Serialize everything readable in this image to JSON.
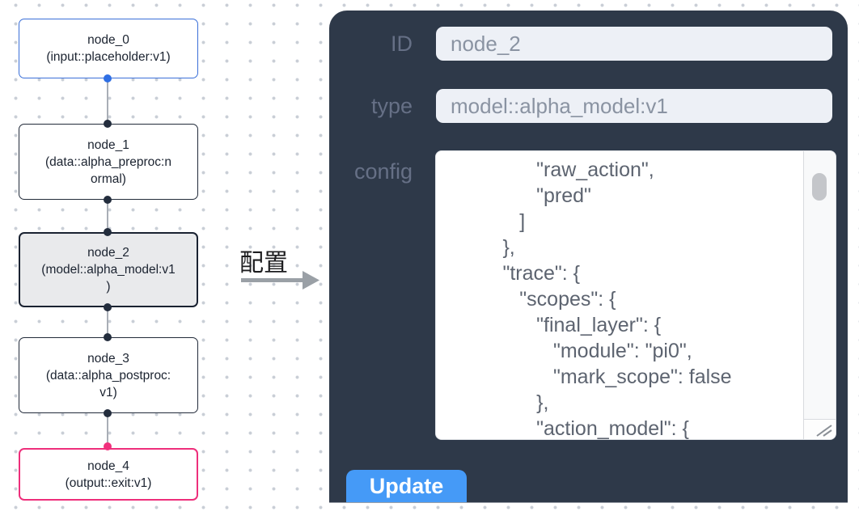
{
  "canvas": {
    "nodes": [
      {
        "id": "node_0",
        "lines": [
          "node_0",
          "(input::placeholder:v1)"
        ]
      },
      {
        "id": "node_1",
        "lines": [
          "node_1",
          "(data::alpha_preproc:n",
          "ormal)"
        ]
      },
      {
        "id": "node_2",
        "lines": [
          "node_2",
          "(model::alpha_model:v1",
          ")"
        ]
      },
      {
        "id": "node_3",
        "lines": [
          "node_3",
          "(data::alpha_postproc:",
          "v1)"
        ]
      },
      {
        "id": "node_4",
        "lines": [
          "node_4",
          "(output::exit:v1)"
        ]
      }
    ]
  },
  "transition": {
    "label": "配置"
  },
  "panel": {
    "id_field": {
      "label": "ID",
      "value": "node_2"
    },
    "type_field": {
      "label": "type",
      "value": "model::alpha_model:v1"
    },
    "config_field": {
      "label": "config",
      "lines": [
        "                \"raw_action\",",
        "                \"pred\"",
        "             ]",
        "          },",
        "          \"trace\": {",
        "             \"scopes\": {",
        "                \"final_layer\": {",
        "                   \"module\": \"pi0\",",
        "                   \"mark_scope\": false",
        "                },",
        "                \"action_model\": {"
      ]
    },
    "update_button": "Update"
  },
  "colors": {
    "panel_bg": "#2e3949",
    "button_blue": "#459af7",
    "node_input_border": "#3a6fd8",
    "node_output_border": "#ee2f7b",
    "node_default_border": "#222b3a",
    "selected_node_bg": "#e9eaec",
    "port_blue": "#2f6fe4",
    "port_pink": "#f0307c",
    "port_dark": "#232d3d"
  }
}
